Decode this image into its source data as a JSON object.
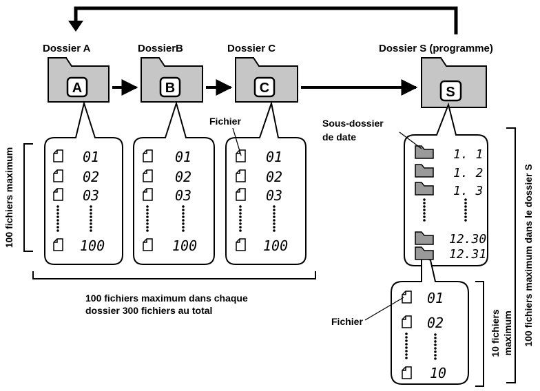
{
  "folders": {
    "a": {
      "title": "Dossier A",
      "letter": "A"
    },
    "b": {
      "title": "DossierB",
      "letter": "B"
    },
    "c": {
      "title": "Dossier C",
      "letter": "C"
    },
    "s": {
      "title": "Dossier S (programme)",
      "letter": "S"
    }
  },
  "file_numbers": [
    "01",
    "02",
    "03",
    "100"
  ],
  "date_subfolders": [
    "1.  1",
    "1.  2",
    "1.  3",
    "12.30",
    "12.31"
  ],
  "sub_file_numbers": [
    "01",
    "02",
    "10"
  ],
  "labels": {
    "fichier_c": "Fichier",
    "sous_dossier_line1": "Sous-dossier",
    "sous_dossier_line2": "de date",
    "fichier_sub": "Fichier",
    "max_100_left": "100 fichiers maximum",
    "bottom_note_line1": "100 fichiers maximum dans chaque",
    "bottom_note_line2": "dossier 300 fichiers au total",
    "max_10_line1": "10 fichiers",
    "max_10_line2": "maximum",
    "max_100_s": "100 fichiers maximum dans le dossier S"
  },
  "colors": {
    "folder_fill": "#c6c6c6",
    "stroke": "#000000"
  }
}
